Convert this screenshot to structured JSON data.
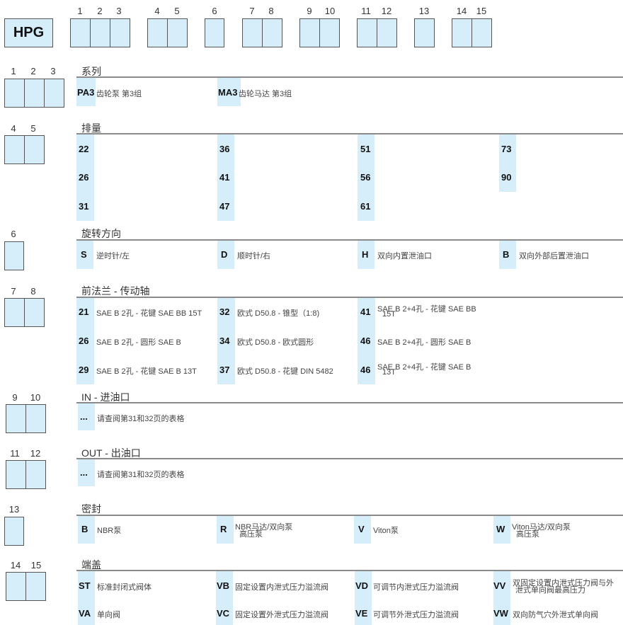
{
  "header": {
    "prefix": "HPG",
    "position_groups": [
      {
        "numbers": [
          "1",
          "2",
          "3"
        ]
      },
      {
        "numbers": [
          "4",
          "5"
        ]
      },
      {
        "numbers": [
          "6"
        ]
      },
      {
        "numbers": [
          "7",
          "8"
        ]
      },
      {
        "numbers": [
          "9",
          "10"
        ]
      },
      {
        "numbers": [
          "11",
          "12"
        ]
      },
      {
        "numbers": [
          "13"
        ]
      },
      {
        "numbers": [
          "14",
          "15"
        ]
      }
    ]
  },
  "sections": {
    "series": {
      "positions": [
        "1",
        "2",
        "3"
      ],
      "title": "系列",
      "options": [
        {
          "code": "PA3",
          "desc": "齿轮泵 第3组"
        },
        {
          "code": "MA3",
          "desc": "齿轮马达 第3组"
        }
      ]
    },
    "displacement": {
      "positions": [
        "4",
        "5"
      ],
      "title": "排量",
      "options": [
        {
          "code": "22"
        },
        {
          "code": "26"
        },
        {
          "code": "31"
        },
        {
          "code": "36"
        },
        {
          "code": "41"
        },
        {
          "code": "47"
        },
        {
          "code": "51"
        },
        {
          "code": "56"
        },
        {
          "code": "61"
        },
        {
          "code": "73"
        },
        {
          "code": "90"
        }
      ]
    },
    "rotation": {
      "positions": [
        "6"
      ],
      "title": "旋转方向",
      "options": [
        {
          "code": "S",
          "desc": "逆时针/左"
        },
        {
          "code": "D",
          "desc": "顺时针/右"
        },
        {
          "code": "H",
          "desc": "双向内置泄油口"
        },
        {
          "code": "B",
          "desc": "双向外部后置泄油口"
        }
      ]
    },
    "flange": {
      "positions": [
        "7",
        "8"
      ],
      "title": "前法兰 - 传动轴",
      "options": [
        {
          "code": "21",
          "desc": "SAE B 2孔 - 花键 SAE BB 15T"
        },
        {
          "code": "26",
          "desc": "SAE B 2孔 - 圆形 SAE B"
        },
        {
          "code": "29",
          "desc": "SAE B 2孔 - 花键 SAE B 13T"
        },
        {
          "code": "32",
          "desc": "欧式 D50.8 - 锥型（1:8)"
        },
        {
          "code": "34",
          "desc": "欧式 D50.8 - 欧式圆形"
        },
        {
          "code": "37",
          "desc": "欧式 D50.8 - 花键 DIN 5482"
        },
        {
          "code": "41",
          "desc": "SAE B 2+4孔 - 花键 SAE BB",
          "desc_line2": "15T"
        },
        {
          "code": "46",
          "desc": "SAE B 2+4孔 - 圆形 SAE B"
        },
        {
          "code": "46",
          "desc": "SAE B 2+4孔 - 花键 SAE B",
          "desc_line2": "13T"
        }
      ]
    },
    "inlet": {
      "positions": [
        "9",
        "10"
      ],
      "title": "IN - 进油口",
      "options": [
        {
          "code": "...",
          "desc": "请查阅第31和32页的表格"
        }
      ]
    },
    "outlet": {
      "positions": [
        "11",
        "12"
      ],
      "title": "OUT - 出油口",
      "options": [
        {
          "code": "...",
          "desc": "请查阅第31和32页的表格"
        }
      ]
    },
    "seal": {
      "positions": [
        "13"
      ],
      "title": "密封",
      "options": [
        {
          "code": "B",
          "desc": "NBR泵"
        },
        {
          "code": "R",
          "desc": "NBR马达/双向泵",
          "desc_line2": "高压泵"
        },
        {
          "code": "V",
          "desc": "Viton泵"
        },
        {
          "code": "W",
          "desc": "Viton马达/双向泵",
          "desc_line2": "高压泵"
        }
      ]
    },
    "end_cover": {
      "positions": [
        "14",
        "15"
      ],
      "title": "端盖",
      "options": [
        {
          "code": "ST",
          "desc": "标准封闭式阀体"
        },
        {
          "code": "VA",
          "desc": "单向阀"
        },
        {
          "code": "VB",
          "desc": "固定设置内泄式压力溢流阀"
        },
        {
          "code": "VC",
          "desc": "固定设置外泄式压力溢流阀"
        },
        {
          "code": "VD",
          "desc": "可调节内泄式压力溢流阀"
        },
        {
          "code": "VE",
          "desc": "可调节外泄式压力溢流阀"
        },
        {
          "code": "VV",
          "desc": "双固定设置内泄式压力阀与外",
          "desc_line2": "泄式单向阀最高压力"
        },
        {
          "code": "VW",
          "desc": "双向防气穴外泄式单向阀"
        }
      ]
    }
  },
  "colors": {
    "highlight": "#d6eefa",
    "border": "#555555",
    "rule": "#8a8a8a"
  }
}
